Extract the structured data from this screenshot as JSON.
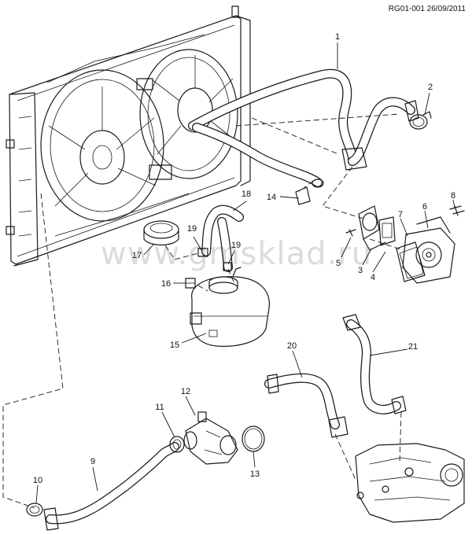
{
  "reference": "RG01-001 26/09/2011",
  "watermark": "www.gmsklad.ru",
  "callouts": [
    "1",
    "2",
    "3",
    "4",
    "5",
    "6",
    "7",
    "8",
    "9",
    "10",
    "11",
    "12",
    "13",
    "14",
    "15",
    "16",
    "17",
    "18",
    "19",
    "19",
    "20",
    "21"
  ]
}
